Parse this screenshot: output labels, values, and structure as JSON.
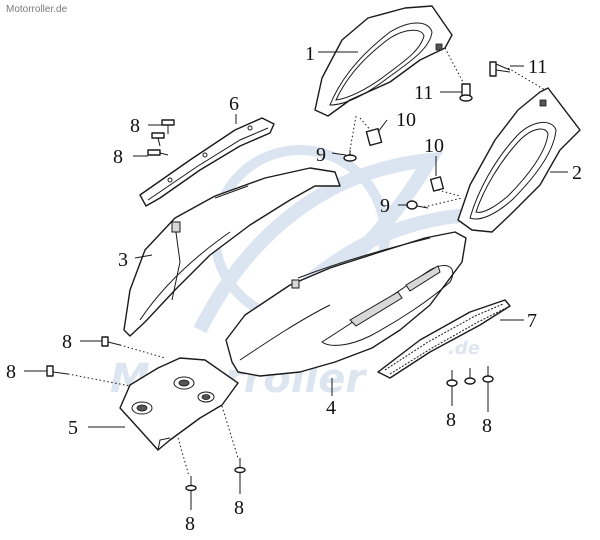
{
  "site_label": "Motorroller.de",
  "watermark": "Motorroller",
  "watermark_suffix": ".de",
  "callouts": [
    {
      "id": "c1",
      "label": "1"
    },
    {
      "id": "c2",
      "label": "2"
    },
    {
      "id": "c3",
      "label": "3"
    },
    {
      "id": "c4",
      "label": "4"
    },
    {
      "id": "c5",
      "label": "5"
    },
    {
      "id": "c6",
      "label": "6"
    },
    {
      "id": "c7",
      "label": "7"
    },
    {
      "id": "c8a",
      "label": "8"
    },
    {
      "id": "c8b",
      "label": "8"
    },
    {
      "id": "c8c",
      "label": "8"
    },
    {
      "id": "c8d",
      "label": "8"
    },
    {
      "id": "c8e",
      "label": "8"
    },
    {
      "id": "c8f",
      "label": "8"
    },
    {
      "id": "c8g",
      "label": "8"
    },
    {
      "id": "c8h",
      "label": "8"
    },
    {
      "id": "c9a",
      "label": "9"
    },
    {
      "id": "c9b",
      "label": "9"
    },
    {
      "id": "c10a",
      "label": "10"
    },
    {
      "id": "c10b",
      "label": "10"
    },
    {
      "id": "c11a",
      "label": "11"
    },
    {
      "id": "c11b",
      "label": "11"
    }
  ]
}
